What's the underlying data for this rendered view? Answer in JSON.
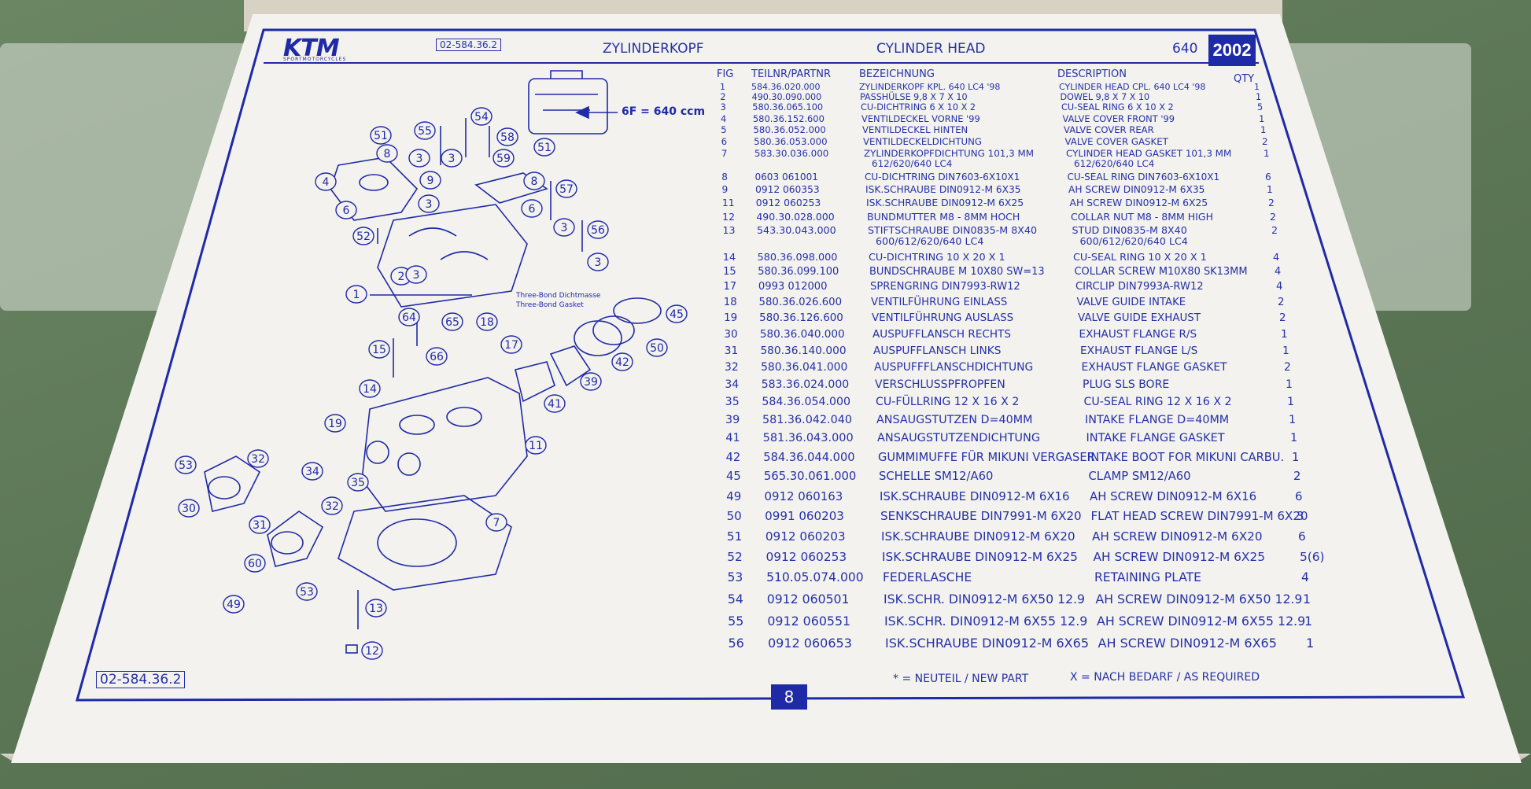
{
  "header": {
    "brand": "KTM",
    "brand_sub": "SPORTMOTORCYCLES",
    "doc_code": "02-584.36.2",
    "title_de": "ZYLINDERKOPF",
    "title_en": "CYLINDER HEAD",
    "model": "640",
    "year": "2002"
  },
  "columns": {
    "fig": "FIG",
    "part": "TEILNR/PARTNR",
    "de": "BEZEICHNUNG",
    "en": "DESCRIPTION",
    "qty": "QTY"
  },
  "diagram": {
    "displacement_note": "6F = 640 ccm",
    "gasket_note_line1": "Three-Bond Dichtmasse",
    "gasket_note_line2": "Three-Bond Gasket",
    "callouts": [
      "51",
      "55",
      "3",
      "54",
      "58",
      "8",
      "3",
      "59",
      "51",
      "4",
      "9",
      "8",
      "6",
      "3",
      "57",
      "6",
      "3",
      "56",
      "52",
      "3",
      "2",
      "3",
      "1",
      "18",
      "64",
      "65",
      "45",
      "17",
      "15",
      "66",
      "50",
      "42",
      "39",
      "14",
      "41",
      "19",
      "11",
      "53",
      "32",
      "34",
      "35",
      "30",
      "7",
      "31",
      "32",
      "60",
      "53",
      "13",
      "49",
      "12"
    ]
  },
  "parts": [
    {
      "fig": "1",
      "part": "584.36.020.000",
      "de": "ZYLINDERKOPF KPL. 640 LC4 '98",
      "en": "CYLINDER HEAD CPL. 640 LC4 '98",
      "qty": "1"
    },
    {
      "fig": "2",
      "part": "490.30.090.000",
      "de": "PASSHÜLSE 9,8 X 7 X 10",
      "en": "DOWEL 9,8 X 7 X 10",
      "qty": "1"
    },
    {
      "fig": "3",
      "part": "580.36.065.100",
      "de": "CU-DICHTRING 6 X 10 X 2",
      "en": "CU-SEAL RING 6 X 10 X 2",
      "qty": "5"
    },
    {
      "fig": "4",
      "part": "580.36.152.600",
      "de": "VENTILDECKEL VORNE          '99",
      "en": "VALVE COVER FRONT          '99",
      "qty": "1"
    },
    {
      "fig": "5",
      "part": "580.36.052.000",
      "de": "VENTILDECKEL HINTEN",
      "en": "VALVE COVER REAR",
      "qty": "1"
    },
    {
      "fig": "6",
      "part": "580.36.053.000",
      "de": "VENTILDECKELDICHTUNG",
      "en": "VALVE COVER GASKET",
      "qty": "2"
    },
    {
      "fig": "7",
      "part": "583.30.036.000",
      "de": "ZYLINDERKOPFDICHTUNG 101,3 MM",
      "de2": "612/620/640 LC4",
      "en": "CYLINDER HEAD GASKET 101,3 MM",
      "en2": "612/620/640 LC4",
      "qty": "1"
    },
    {
      "fig": "8",
      "part": "0603 061001",
      "de": "CU-DICHTRING DIN7603-6X10X1",
      "en": "CU-SEAL RING DIN7603-6X10X1",
      "qty": "6"
    },
    {
      "fig": "9",
      "part": "0912 060353",
      "de": "ISK.SCHRAUBE DIN0912-M 6X35",
      "en": "AH SCREW DIN0912-M 6X35",
      "qty": "1"
    },
    {
      "fig": "11",
      "part": "0912 060253",
      "de": "ISK.SCHRAUBE DIN0912-M 6X25",
      "en": "AH SCREW DIN0912-M 6X25",
      "qty": "2"
    },
    {
      "fig": "12",
      "part": "490.30.028.000",
      "de": "BUNDMUTTER M8 - 8MM HOCH",
      "en": "COLLAR NUT M8 - 8MM HIGH",
      "qty": "2"
    },
    {
      "fig": "13",
      "part": "543.30.043.000",
      "de": "STIFTSCHRAUBE DIN0835-M 8X40",
      "de2": "600/612/620/640 LC4",
      "en": "STUD DIN0835-M 8X40",
      "en2": "600/612/620/640 LC4",
      "qty": "2"
    },
    {
      "fig": "14",
      "part": "580.36.098.000",
      "de": "CU-DICHTRING 10 X 20 X 1",
      "en": "CU-SEAL RING 10 X 20 X 1",
      "qty": "4"
    },
    {
      "fig": "15",
      "part": "580.36.099.100",
      "de": "BUNDSCHRAUBE M 10X80    SW=13",
      "en": "COLLAR SCREW M10X80 SK13MM",
      "qty": "4"
    },
    {
      "fig": "17",
      "part": "0993 012000",
      "de": "SPRENGRING DIN7993-RW12",
      "en": "CIRCLIP DIN7993A-RW12",
      "qty": "4"
    },
    {
      "fig": "18",
      "part": "580.36.026.600",
      "de": "VENTILFÜHRUNG EINLASS",
      "en": "VALVE GUIDE INTAKE",
      "qty": "2"
    },
    {
      "fig": "19",
      "part": "580.36.126.600",
      "de": "VENTILFÜHRUNG AUSLASS",
      "en": "VALVE GUIDE EXHAUST",
      "qty": "2"
    },
    {
      "fig": "30",
      "part": "580.36.040.000",
      "de": "AUSPUFFLANSCH RECHTS",
      "en": "EXHAUST FLANGE R/S",
      "qty": "1"
    },
    {
      "fig": "31",
      "part": "580.36.140.000",
      "de": "AUSPUFFLANSCH LINKS",
      "en": "EXHAUST FLANGE L/S",
      "qty": "1"
    },
    {
      "fig": "32",
      "part": "580.36.041.000",
      "de": "AUSPUFFFLANSCHDICHTUNG",
      "en": "EXHAUST FLANGE GASKET",
      "qty": "2"
    },
    {
      "fig": "34",
      "part": "583.36.024.000",
      "de": "VERSCHLUSSPFROPFEN",
      "en": "PLUG SLS BORE",
      "qty": "1"
    },
    {
      "fig": "35",
      "part": "584.36.054.000",
      "de": "CU-FÜLLRING 12 X 16 X 2",
      "en": "CU-SEAL RING 12 X 16 X 2",
      "qty": "1"
    },
    {
      "fig": "39",
      "part": "581.36.042.040",
      "de": "ANSAUGSTUTZEN D=40MM",
      "en": "INTAKE FLANGE D=40MM",
      "qty": "1"
    },
    {
      "fig": "41",
      "part": "581.36.043.000",
      "de": "ANSAUGSTUTZENDICHTUNG",
      "en": "INTAKE FLANGE GASKET",
      "qty": "1"
    },
    {
      "fig": "42",
      "part": "584.36.044.000",
      "de": "GUMMIMUFFE FÜR MIKUNI VERGASER",
      "en": "INTAKE BOOT FOR MIKUNI CARBU.",
      "qty": "1"
    },
    {
      "fig": "45",
      "part": "565.30.061.000",
      "de": "SCHELLE SM12/A60",
      "en": "CLAMP SM12/A60",
      "qty": "2"
    },
    {
      "fig": "49",
      "part": "0912 060163",
      "de": "ISK.SCHRAUBE DIN0912-M 6X16",
      "en": "AH SCREW DIN0912-M 6X16",
      "qty": "6"
    },
    {
      "fig": "50",
      "part": "0991 060203",
      "de": "SENKSCHRAUBE DIN7991-M 6X20",
      "en": "FLAT HEAD SCREW DIN7991-M 6X20",
      "qty": "3"
    },
    {
      "fig": "51",
      "part": "0912 060203",
      "de": "ISK.SCHRAUBE DIN0912-M 6X20",
      "en": "AH SCREW DIN0912-M 6X20",
      "qty": "6"
    },
    {
      "fig": "52",
      "part": "0912 060253",
      "de": "ISK.SCHRAUBE DIN0912-M 6X25",
      "en": "AH SCREW DIN0912-M 6X25",
      "qty": "5(6)"
    },
    {
      "fig": "53",
      "part": "510.05.074.000",
      "de": "FEDERLASCHE",
      "en": "RETAINING PLATE",
      "qty": "4"
    },
    {
      "fig": "54",
      "part": "0912 060501",
      "de": "ISK.SCHR. DIN0912-M 6X50 12.9",
      "en": "AH SCREW DIN0912-M 6X50 12.9",
      "qty": "1"
    },
    {
      "fig": "55",
      "part": "0912 060551",
      "de": "ISK.SCHR. DIN0912-M 6X55 12.9",
      "en": "AH SCREW DIN0912-M 6X55 12.9",
      "qty": "1"
    },
    {
      "fig": "56",
      "part": "0912 060653",
      "de": "ISK.SCHRAUBE DIN0912-M 6X65",
      "en": "AH SCREW DIN0912-M 6X65",
      "qty": "1"
    }
  ],
  "footer": {
    "note_new": "* = NEUTEIL / NEW PART",
    "note_required": "X = NACH BEDARF / AS REQUIRED",
    "page_number": "8",
    "doc_code": "02-584.36.2"
  }
}
